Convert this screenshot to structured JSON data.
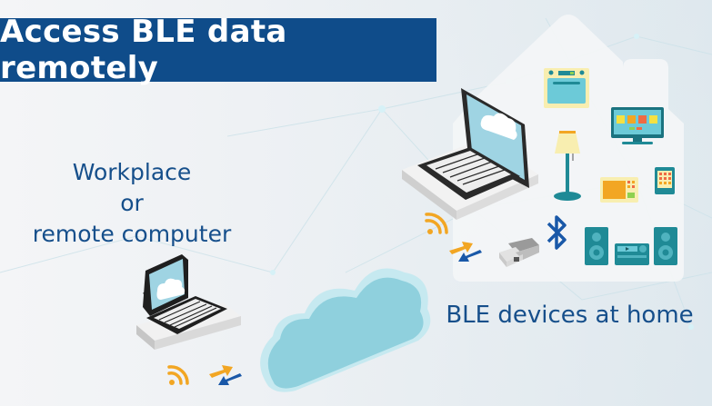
{
  "title": "Access BLE data remotely",
  "captions": {
    "remote": [
      "Workplace",
      "or",
      "remote computer"
    ],
    "home": "BLE devices at home"
  },
  "icons": {
    "remote_laptop": "laptop-icon",
    "cloud": "cloud-icon",
    "home_laptop": "laptop-icon",
    "wifi": "wifi-icon",
    "transfer": "transfer-arrows-icon",
    "bluetooth": "bluetooth-icon",
    "ble_dongle": "usb-dongle-icon",
    "oven": "oven-icon",
    "tv": "tv-icon",
    "lamp": "lamp-icon",
    "microwave": "microwave-icon",
    "tablet": "tablet-icon",
    "stereo": "stereo-icon",
    "house": "house-icon"
  },
  "colors": {
    "banner": "#0f4c8a",
    "text_blue": "#164f8b",
    "cloud": "#8fd0dd",
    "teal": "#1f8a96",
    "orange": "#f2a623",
    "arrow_blue": "#1958a8"
  }
}
